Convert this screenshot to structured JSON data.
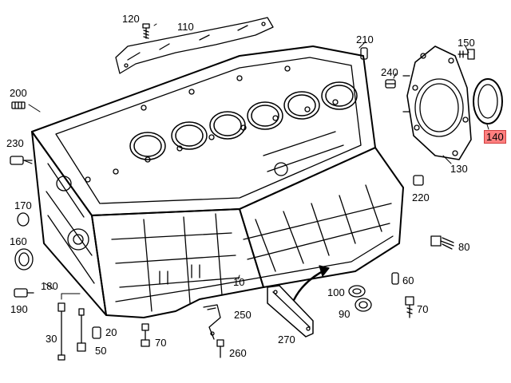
{
  "diagram": {
    "labels": [
      {
        "key": "p120",
        "text": "120"
      },
      {
        "key": "p110",
        "text": "110"
      },
      {
        "key": "p210",
        "text": "210"
      },
      {
        "key": "p150",
        "text": "150"
      },
      {
        "key": "p240",
        "text": "240"
      },
      {
        "key": "p200",
        "text": "200"
      },
      {
        "key": "p230",
        "text": "230"
      },
      {
        "key": "p140",
        "text": "140",
        "highlighted": true
      },
      {
        "key": "p130",
        "text": "130"
      },
      {
        "key": "p220",
        "text": "220"
      },
      {
        "key": "p170",
        "text": "170"
      },
      {
        "key": "p160",
        "text": "160"
      },
      {
        "key": "p80",
        "text": "80"
      },
      {
        "key": "p180",
        "text": "180"
      },
      {
        "key": "p10",
        "text": "10"
      },
      {
        "key": "p60",
        "text": "60"
      },
      {
        "key": "p190",
        "text": "190"
      },
      {
        "key": "p100",
        "text": "100"
      },
      {
        "key": "p90",
        "text": "90"
      },
      {
        "key": "p70a",
        "text": "70"
      },
      {
        "key": "p250",
        "text": "250"
      },
      {
        "key": "p20",
        "text": "20"
      },
      {
        "key": "p30",
        "text": "30"
      },
      {
        "key": "p70b",
        "text": "70"
      },
      {
        "key": "p270",
        "text": "270"
      },
      {
        "key": "p50",
        "text": "50"
      },
      {
        "key": "p260",
        "text": "260"
      }
    ],
    "colors": {
      "line": "#000000",
      "highlight": "#ff7f7f"
    }
  }
}
